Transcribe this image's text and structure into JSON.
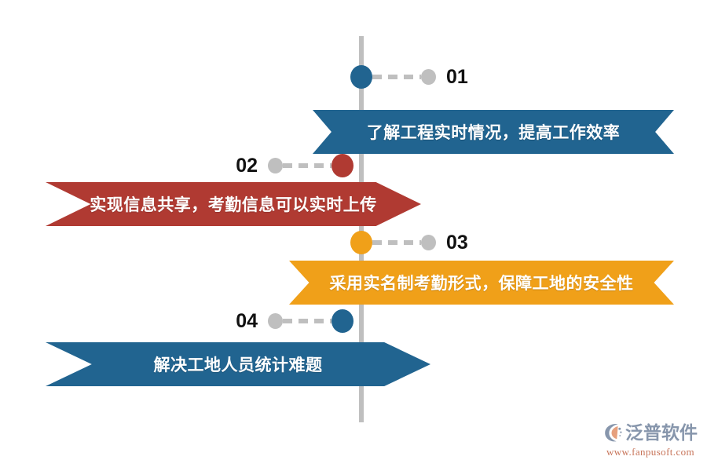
{
  "graphic": {
    "title_text": "",
    "background_color": "#ffffff",
    "axis_color": "#bfbfbf"
  },
  "colors": {
    "blue": "#216490",
    "red": "#b03a32",
    "orange": "#f0a019",
    "gray": "#bfbfbf",
    "number": "#111111",
    "banner_text": "#ffffff",
    "logo_name": "#8796ac",
    "logo_url": "#c8755a"
  },
  "steps": [
    {
      "number": "01",
      "dot_color": "#216490",
      "banner_text": "了解工程实时情况，提高工作效率",
      "banner_color": "#216490",
      "side": "right"
    },
    {
      "number": "02",
      "dot_color": "#b03a32",
      "banner_text": "实现信息共享，考勤信息可以实时上传",
      "banner_color": "#b03a32",
      "side": "left"
    },
    {
      "number": "03",
      "dot_color": "#f0a019",
      "banner_text": "采用实名制考勤形式，保障工地的安全性",
      "banner_color": "#f0a019",
      "side": "right"
    },
    {
      "number": "04",
      "dot_color": "#216490",
      "banner_text": "解决工地人员统计难题",
      "banner_color": "#216490",
      "side": "left"
    }
  ],
  "logo": {
    "name": "泛普软件",
    "url": "www.fanpusoft.com",
    "mark": "fanpu-logo-icon"
  }
}
